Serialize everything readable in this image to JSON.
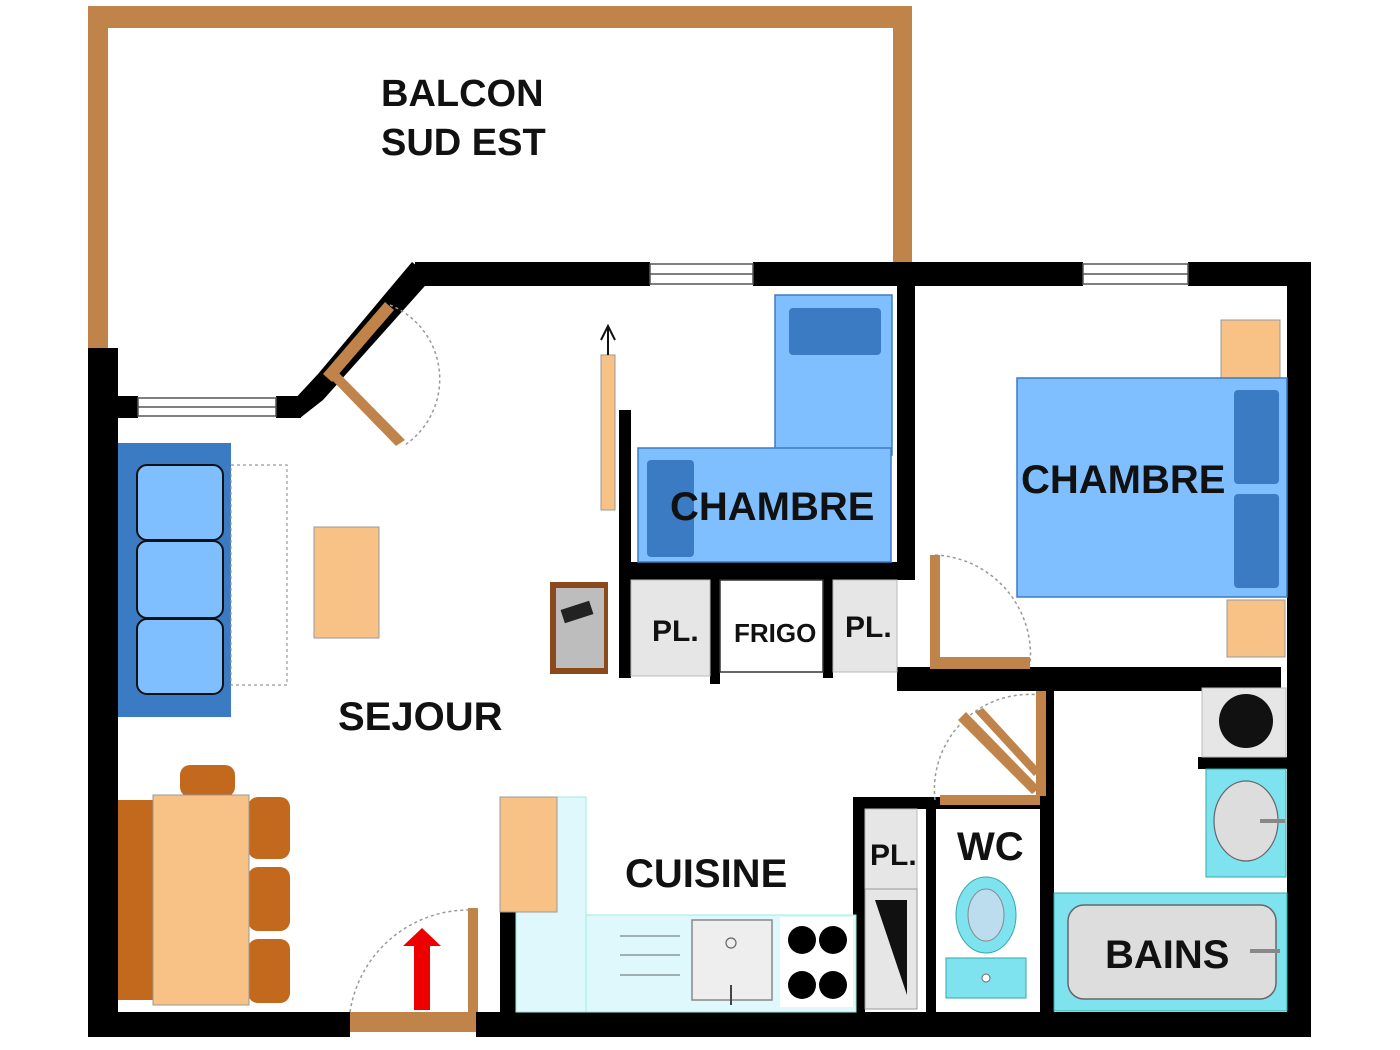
{
  "rooms": {
    "balcony_line1": "BALCON",
    "balcony_line2": "SUD EST",
    "bedroom_1": "CHAMBRE",
    "bedroom_2": "CHAMBRE",
    "living": "SEJOUR",
    "kitchen": "CUISINE",
    "wc": "WC",
    "bath": "BAINS"
  },
  "fixtures": {
    "cupboard_left": "PL.",
    "fridge": "FRIGO",
    "cupboard_right": "PL.",
    "cupboard_hall": "PL."
  },
  "icons": {
    "entrance": "entrance-arrow-icon",
    "north": "north-arrow-icon"
  },
  "colors": {
    "wall": "#000000",
    "balcony_rail": "#c0844a",
    "furniture_blue": "#80bfff",
    "furniture_dark_blue": "#3b7bc4",
    "furniture_wood": "#f8c286",
    "sanitary_cyan": "#7fe3ef",
    "entrance_arrow": "#ee0000"
  }
}
